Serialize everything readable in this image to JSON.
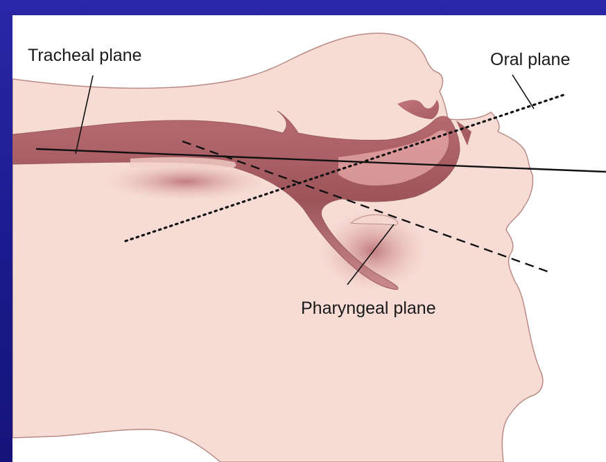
{
  "labels": {
    "tracheal": "Tracheal plane",
    "oral": "Oral plane",
    "pharyngeal": "Pharyngeal plane"
  },
  "colors": {
    "background": "#1d1b8e",
    "panel": "#ffffff",
    "tissue": "#f7dcd6",
    "tissue_outline": "#b98a84",
    "airway_dark": "#a85d62",
    "airway_mid": "#c88288",
    "line": "#111111"
  }
}
